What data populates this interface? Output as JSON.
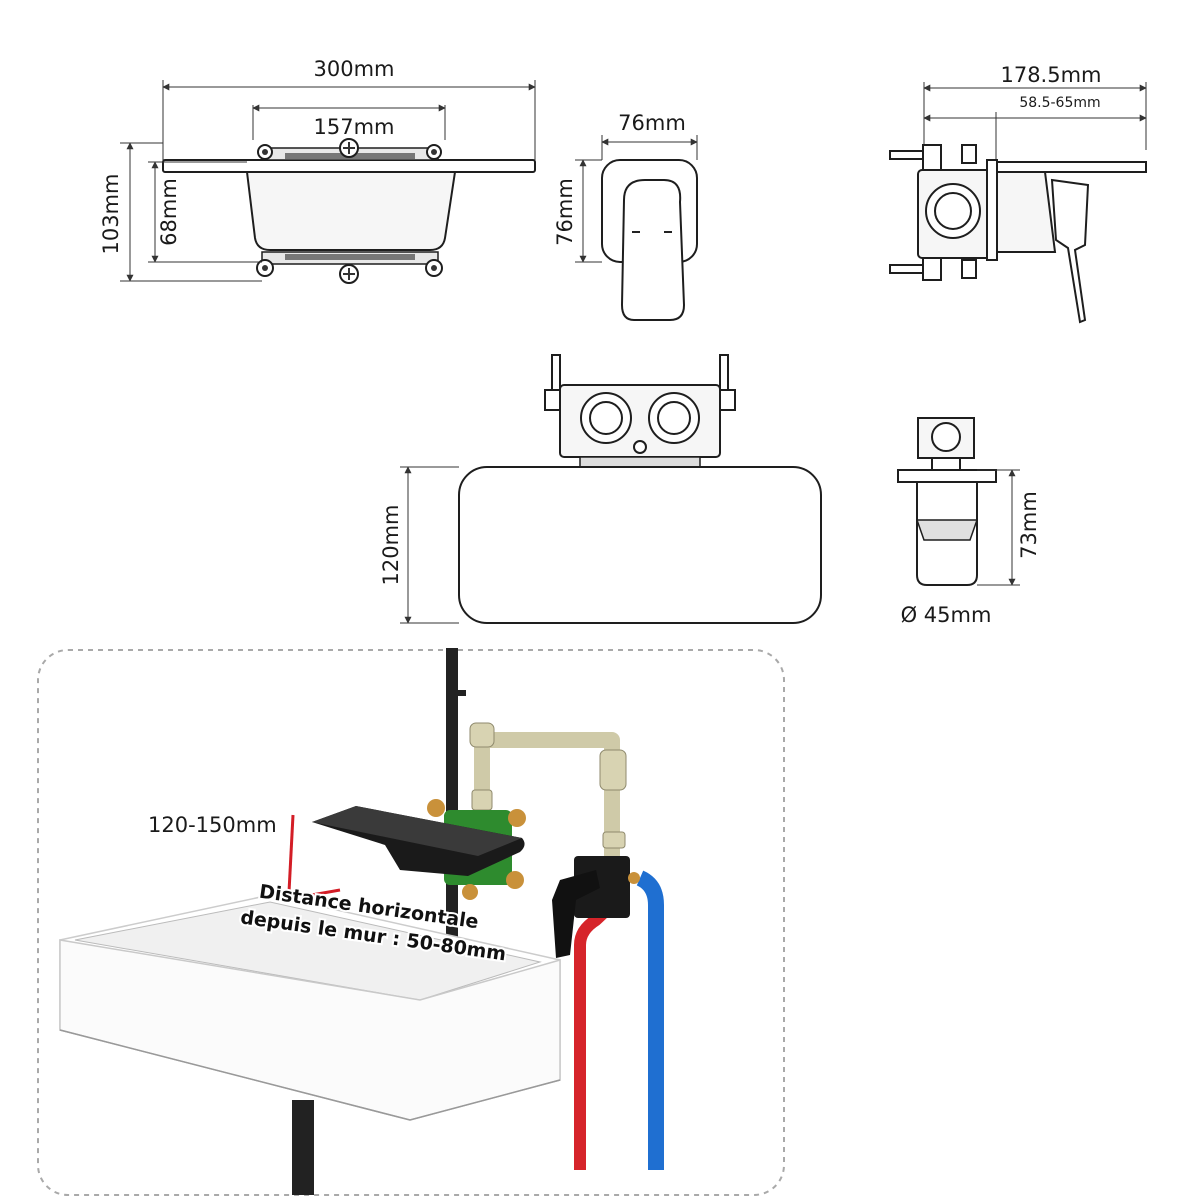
{
  "dimensions": {
    "top_view_width": "300mm",
    "top_view_bracket_width": "157mm",
    "top_view_depth": "103mm",
    "top_view_inner_depth": "68mm",
    "handle_plate_width": "76mm",
    "handle_plate_height": "76mm",
    "side_total_depth": "178.5mm",
    "side_adjust_range": "58.5-65mm",
    "spout_plate_height": "120mm",
    "handle_projection": "73mm",
    "handle_diameter": "Ø 45mm"
  },
  "installation": {
    "height_label": "120-150mm",
    "distance_note_line1": "Distance horizontale",
    "distance_note_line2": "depuis le mur : 50-80mm"
  },
  "colors": {
    "hot_pipe": "#d6242a",
    "cold_pipe": "#1f6fd1",
    "supply_pipe": "#cfcaa8",
    "valve_body": "#2e8b2e",
    "valve_knobs": "#c9913a",
    "height_marker": "#d31d26",
    "faucet_finish": "#1a1a1a"
  }
}
